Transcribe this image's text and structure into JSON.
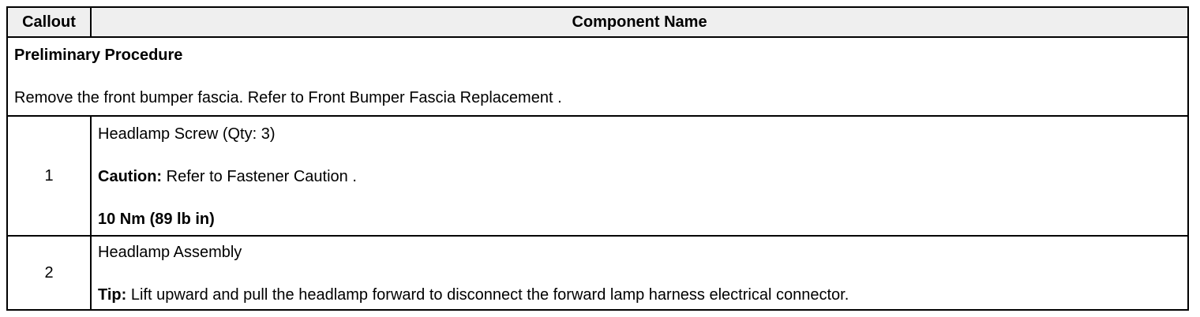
{
  "table": {
    "headers": {
      "callout": "Callout",
      "component": "Component Name"
    },
    "preliminary": {
      "title": "Preliminary Procedure",
      "text": "Remove the front bumper fascia. Refer to Front Bumper Fascia Replacement ."
    },
    "rows": [
      {
        "callout": "1",
        "name": "Headlamp Screw (Qty: 3)",
        "note_label": "Caution:",
        "note_text": " Refer to Fastener Caution .",
        "torque": "10 Nm (89 lb in)"
      },
      {
        "callout": "2",
        "name": "Headlamp Assembly",
        "note_label": "Tip:",
        "note_text": " Lift upward and pull the headlamp forward to disconnect the forward lamp harness electrical connector."
      }
    ]
  }
}
